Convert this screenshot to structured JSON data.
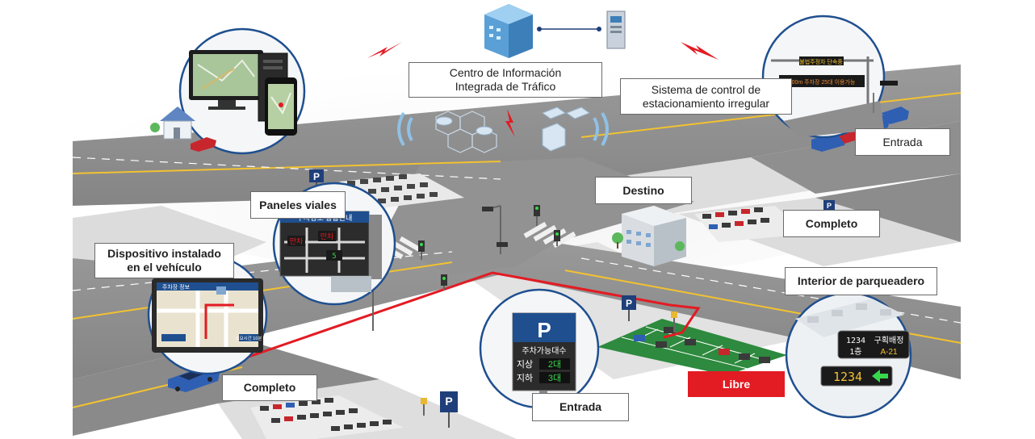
{
  "labels": {
    "center_line1": "Centro de Información",
    "center_line2": "Integrada de Tráfico",
    "control_line1": "Sistema de control  de",
    "control_line2": "estacionamiento irregular",
    "entrada_top": "Entrada",
    "destino": "Destino",
    "completo_right": "Completo",
    "paneles_viales": "Paneles viales",
    "device_line1": "Dispositivo instalado",
    "device_line2": "en el vehículo",
    "interior": "Interior de parqueadero",
    "libre": "Libre",
    "completo_bottom": "Completo",
    "entrada_bottom": "Entrada"
  },
  "signs": {
    "road_panel_header": "주차정보 종합안내",
    "road_panel_full1": "만차",
    "road_panel_full2": "만차",
    "road_panel_count": "5",
    "parking_p": "P",
    "parking_available": "주차가능대수",
    "parking_ground": "지상",
    "parking_ground_count": "2대",
    "parking_under": "지하",
    "parking_under_count": "3대",
    "slot_code": "1234",
    "slot_zone": "구획배정",
    "slot_floor": "1층",
    "slot_id": "A-21",
    "slot_arrow_code": "1234",
    "vms_top1": "불법주정차 단속중",
    "vms_top2": "100m 주차장 25대 이용가능",
    "nav_header": "주차장 정보",
    "nav_footer": "소요시간 10분"
  },
  "colors": {
    "route": "#e31b23",
    "road": "#8e8e8e",
    "circle_border": "#1f4f8f",
    "parking_green": "#2d8a3e"
  }
}
